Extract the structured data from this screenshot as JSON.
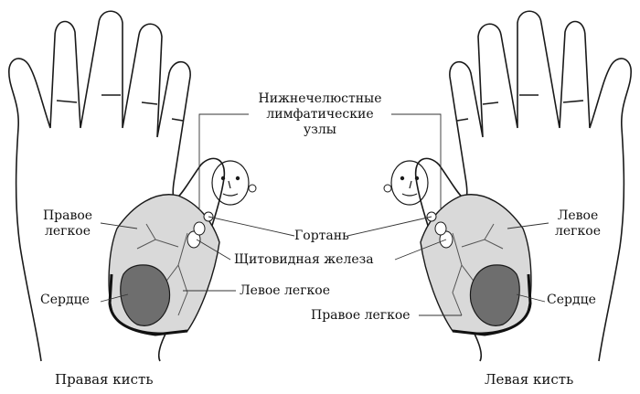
{
  "labels": {
    "lymph_nodes": [
      "Нижнечелюстные",
      "лимфатические",
      "узлы"
    ],
    "larynx": "Гортань",
    "thyroid": "Щитовидная железа",
    "left_lung_center": "Левое легкое",
    "right_lung_center": "Правое легкое",
    "right_hand_lung": [
      "Правое",
      "легкое"
    ],
    "right_hand_heart": "Сердце",
    "left_hand_lung": [
      "Левое",
      "легкое"
    ],
    "left_hand_heart": "Сердце"
  },
  "captions": {
    "right_hand": "Правая кисть",
    "left_hand": "Левая кисть"
  },
  "colors": {
    "outline": "#1a1a1a",
    "lung_fill": "#d9d9d9",
    "heart_fill": "#6e6e6e",
    "leader": "#333333"
  }
}
